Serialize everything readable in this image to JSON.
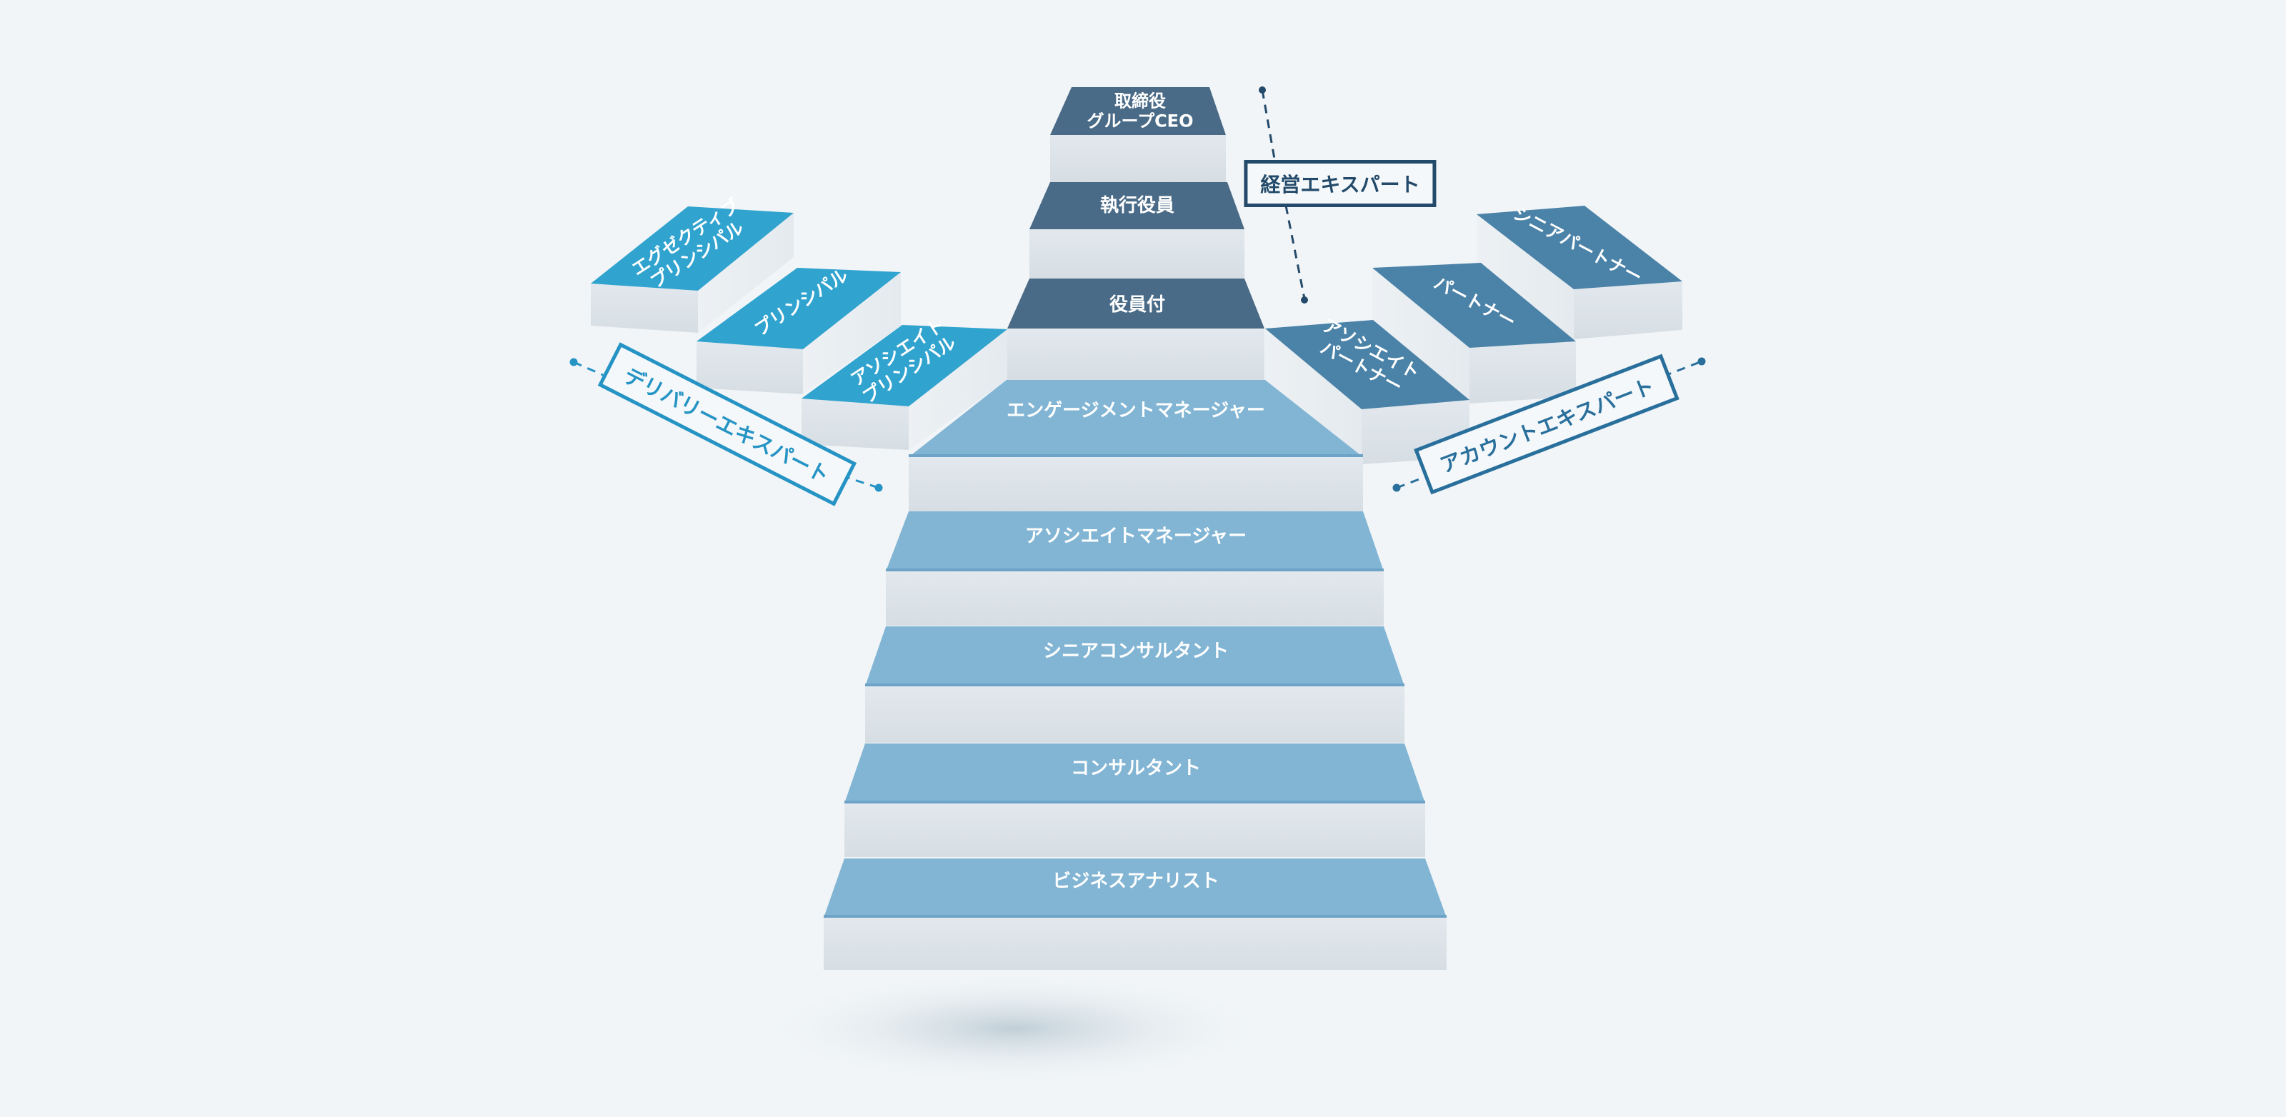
{
  "colors": {
    "background": "#f1f5f7",
    "executive_tread": "#4a6b87",
    "main_tread": "#82b5d4",
    "main_tread_edge": "#6da3c6",
    "delivery_tread": "#31a3cf",
    "account_tread": "#4a82a8",
    "riser": "#dde4ea",
    "riser_side": "#e6ebef",
    "management_accent": "#234a6a",
    "delivery_accent": "#2593c4",
    "account_accent": "#296f9c"
  },
  "main_ladder": [
    {
      "label": "取締役\nグループCEO",
      "tier": "executive"
    },
    {
      "label": "執行役員",
      "tier": "executive"
    },
    {
      "label": "役員付",
      "tier": "executive"
    },
    {
      "label": "エンゲージメントマネージャー",
      "tier": "main"
    },
    {
      "label": "アソシエイトマネージャー",
      "tier": "main"
    },
    {
      "label": "シニアコンサルタント",
      "tier": "main"
    },
    {
      "label": "コンサルタント",
      "tier": "main"
    },
    {
      "label": "ビジネスアナリスト",
      "tier": "main"
    }
  ],
  "delivery_branch": [
    {
      "label": "エグゼクティブ\nプリンシパル"
    },
    {
      "label": "プリンシパル"
    },
    {
      "label": "アソシエイト\nプリンシパル"
    }
  ],
  "account_branch": [
    {
      "label": "アソシエイト\nパートナー"
    },
    {
      "label": "パートナー"
    },
    {
      "label": "シニアパートナー"
    }
  ],
  "categories": {
    "management": "経営エキスパート",
    "delivery": "デリバリーエキスパート",
    "account": "アカウントエキスパート"
  }
}
